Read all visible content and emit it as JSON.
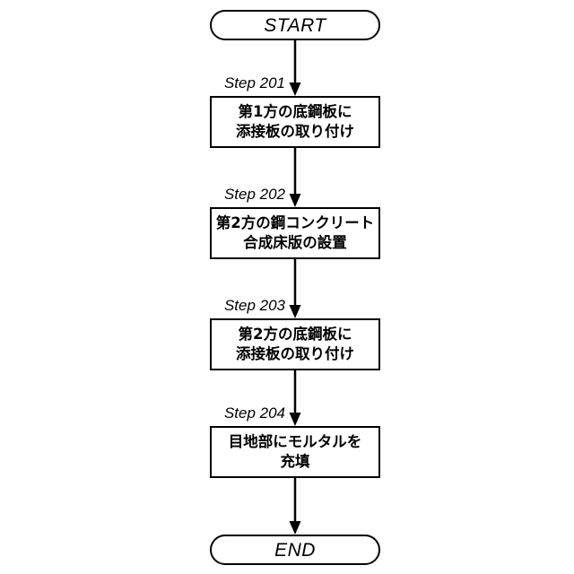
{
  "diagram": {
    "title": "Flowchart",
    "background_color": "#ffffff",
    "line_color": "#000000",
    "start": {
      "label": "START"
    },
    "end": {
      "label": "END"
    },
    "steps": [
      {
        "step_label": "Step 201",
        "lines": [
          "第1方の底鋼板に",
          "添接板の取り付け"
        ]
      },
      {
        "step_label": "Step 202",
        "lines": [
          "第2方の鋼コンクリート",
          "合成床版の設置"
        ]
      },
      {
        "step_label": "Step 203",
        "lines": [
          "第2方の底鋼板に",
          "添接板の取り付け"
        ]
      },
      {
        "step_label": "Step 204",
        "lines": [
          "目地部にモルタルを",
          "充填"
        ]
      }
    ],
    "connectors": [
      {
        "from": "START",
        "to": "Step 201",
        "arrow": "down-arrow"
      },
      {
        "from": "Step 201",
        "to": "Step 202",
        "arrow": "down-arrow"
      },
      {
        "from": "Step 202",
        "to": "Step 203",
        "arrow": "down-arrow"
      },
      {
        "from": "Step 203",
        "to": "Step 204",
        "arrow": "down-arrow"
      },
      {
        "from": "Step 204",
        "to": "END",
        "arrow": "down-arrow"
      }
    ]
  }
}
